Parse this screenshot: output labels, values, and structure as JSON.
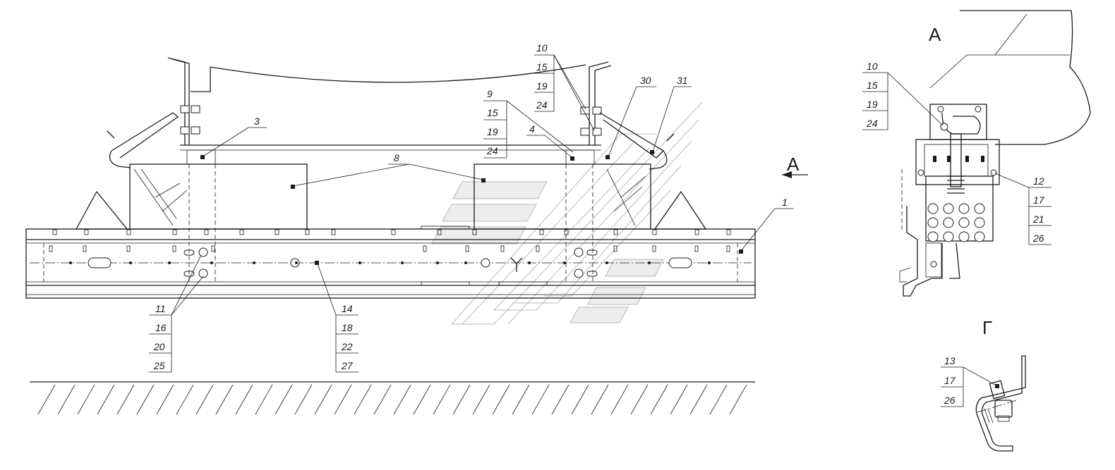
{
  "view_a_title": "А",
  "view_g_title": "Г",
  "arrow_label": "А",
  "callouts": {
    "top_stack": [
      "10",
      "15",
      "19",
      "24"
    ],
    "mid_stack": [
      "9",
      "15",
      "19",
      "24"
    ],
    "c30": "30",
    "c31": "31",
    "c3": "3",
    "c4": "4",
    "c8": "8",
    "c1": "1",
    "bl_stack": [
      "11",
      "16",
      "20",
      "25"
    ],
    "bm_stack": [
      "14",
      "18",
      "22",
      "27"
    ],
    "a_left_stack": [
      "10",
      "15",
      "19",
      "24"
    ],
    "a_right_stack": [
      "12",
      "17",
      "21",
      "26"
    ],
    "g_stack": [
      "13",
      "17",
      "26"
    ]
  }
}
